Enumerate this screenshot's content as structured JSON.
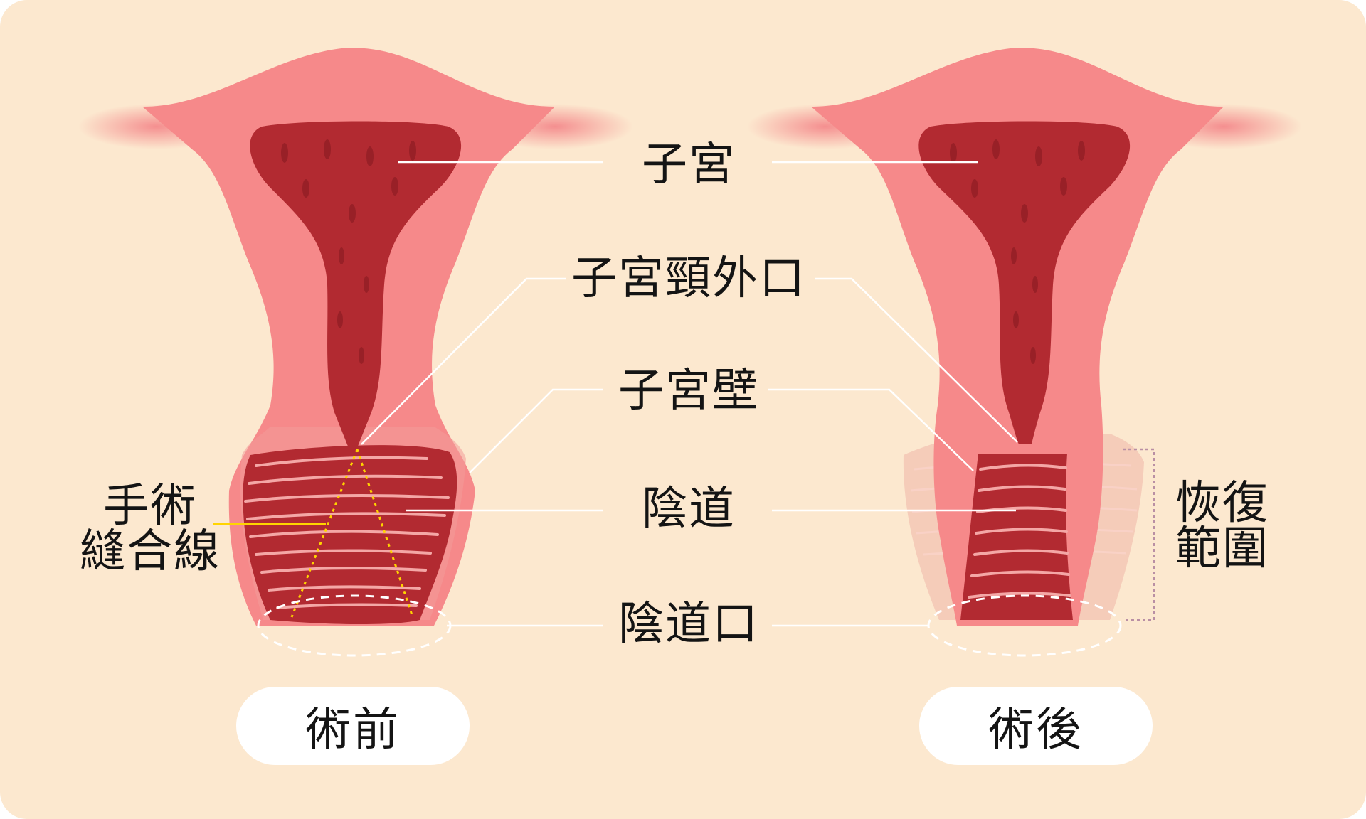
{
  "labels": {
    "uterus": "子宮",
    "cervix_os": "子宮頸外口",
    "uterine_wall": "子宮壁",
    "vagina": "陰道",
    "vaginal_opening": "陰道口",
    "suture_line": [
      "手術",
      "縫合線"
    ],
    "recovery_range": [
      "恢復",
      "範圍"
    ]
  },
  "buttons": {
    "before": "術前",
    "after": "術後"
  },
  "colors": {
    "background": "#fce8cf",
    "uterus_outer": "#f6898a",
    "uterus_inner": "#b22a31",
    "suture": "#ffd400",
    "leader_lines": "#ffffff",
    "recovery_bracket": "#b98fa4"
  }
}
